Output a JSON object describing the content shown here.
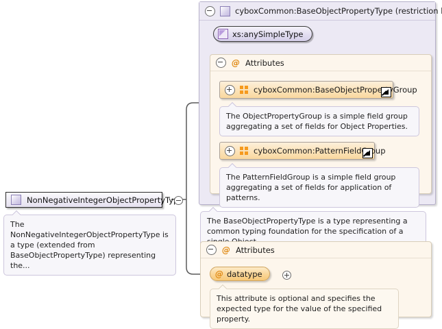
{
  "diagram": {
    "type": "xml-schema-diagram",
    "root_node": {
      "label": "NonNegativeIntegerObjectPropertyType",
      "icon": "complex-type-swatch-icon",
      "toggle": "minus",
      "annotation": "The NonNegativeIntegerObjectPropertyType is a type (extended from BaseObjectPropertyType) representing the..."
    },
    "base_panel": {
      "title": "cyboxCommon:BaseObjectPropertyType (restriction base)",
      "toggle": "minus",
      "icon": "complex-type-swatch-icon",
      "simple_type": {
        "label": "xs:anySimpleType",
        "icon": "simple-type-triangle-icon"
      },
      "attributes_section": {
        "label": "Attributes",
        "symbol": "@",
        "toggle": "minus",
        "groups": [
          {
            "label": "cyboxCommon:BaseObjectPropertyGroup",
            "toggle": "plus",
            "icon": "attribute-group-icon",
            "external_link": "external-link-arrow-icon",
            "annotation": "The ObjectPropertyGroup is a simple field group aggregating a set of fields for Object Properties."
          },
          {
            "label": "cyboxCommon:PatternFieldGroup",
            "toggle": "plus",
            "icon": "attribute-group-icon",
            "external_link": "external-link-arrow-icon",
            "annotation": "The PatternFieldGroup is a simple field group aggregating a set of fields for application of patterns."
          }
        ]
      },
      "annotation": "The BaseObjectPropertyType is a type representing a common typing foundation for the specification of a single Object..."
    },
    "local_attributes_section": {
      "label": "Attributes",
      "symbol": "@",
      "toggle": "minus",
      "attributes": [
        {
          "label": "datatype",
          "symbol": "@",
          "toggle": "plus",
          "annotation": "This attribute is optional and specifies the expected type for the value of the specified property."
        }
      ]
    }
  },
  "colors": {
    "purple_panel": "#ece9f4",
    "cream_panel": "#fdf6ec",
    "orange_accent": "#f59a1e",
    "connector": "#5a5a5a"
  }
}
